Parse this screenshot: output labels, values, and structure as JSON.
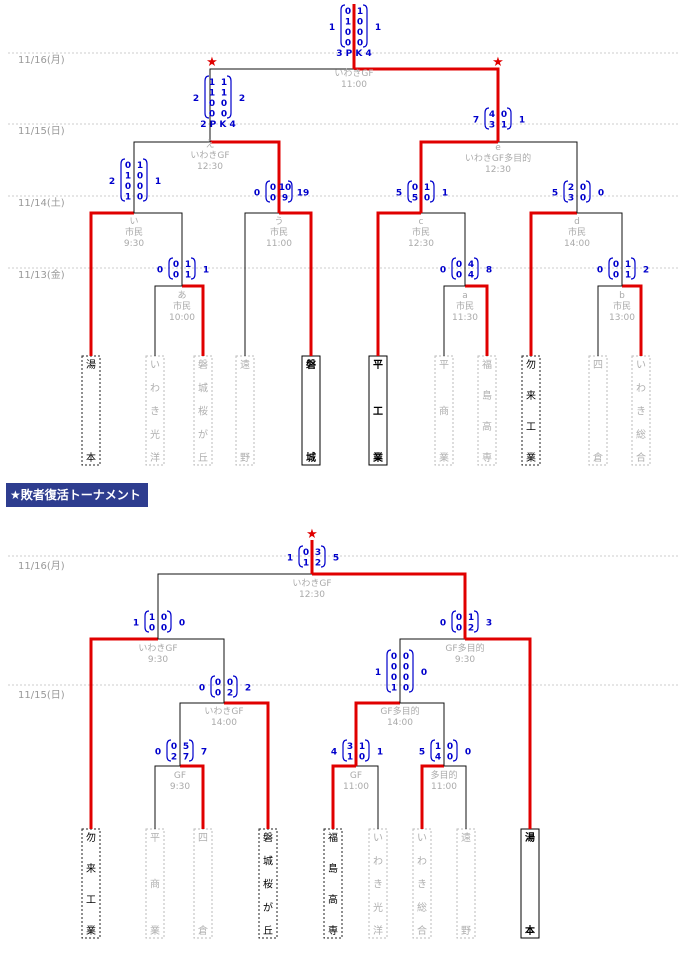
{
  "colors": {
    "win_line": "#e00000",
    "lose_line": "#111111",
    "score": "#0000cc",
    "meta": "#aaaaaa",
    "date": "#999999",
    "banner_bg": "#2e3d8f"
  },
  "banner": {
    "label": "★敗者復活トーナメント"
  },
  "main": {
    "dates": [
      "11/16(月)",
      "11/15(日)",
      "11/14(土)",
      "11/13(金)"
    ],
    "teams": [
      "湯本",
      "いわき光洋",
      "磐城桜が丘",
      "遠野",
      "磐城",
      "平工業",
      "平商業",
      "福島高専",
      "勿来工業",
      "四倉",
      "いわき総合"
    ],
    "matches": [
      {
        "id": "final",
        "cols": [
          [
            "0",
            "1",
            "0",
            "0"
          ],
          [
            "1",
            "0",
            "0",
            "0"
          ]
        ],
        "left": "1",
        "right": "1",
        "pk": "3 P K 4",
        "venue": "いわきGF",
        "time": "11:00"
      },
      {
        "id": "sf-left",
        "cols": [
          [
            "1",
            "1",
            "0",
            "0"
          ],
          [
            "1",
            "1",
            "0",
            "0"
          ]
        ],
        "left": "2",
        "right": "2",
        "pk": "2 P K 4",
        "round": "え",
        "venue": "いわきGF",
        "time": "12:30"
      },
      {
        "id": "sf-right",
        "cols": [
          [
            "4",
            "3"
          ],
          [
            "0",
            "1"
          ]
        ],
        "left": "7",
        "right": "1",
        "round": "e",
        "venue": "いわきGF多目的",
        "time": "12:30"
      },
      {
        "id": "qf-i",
        "cols": [
          [
            "0",
            "1",
            "0",
            "1"
          ],
          [
            "1",
            "0",
            "0",
            "0"
          ]
        ],
        "left": "2",
        "right": "1",
        "round": "い",
        "venue": "市民",
        "time": "9:30"
      },
      {
        "id": "qf-u",
        "cols": [
          [
            "0",
            "0"
          ],
          [
            "10",
            "9"
          ]
        ],
        "left": "0",
        "right": "19",
        "round": "う",
        "venue": "市民",
        "time": "11:00"
      },
      {
        "id": "qf-c",
        "cols": [
          [
            "0",
            "5"
          ],
          [
            "1",
            "0"
          ]
        ],
        "left": "5",
        "right": "1",
        "round": "c",
        "venue": "市民",
        "time": "12:30"
      },
      {
        "id": "qf-d",
        "cols": [
          [
            "2",
            "3"
          ],
          [
            "0",
            "0"
          ]
        ],
        "left": "5",
        "right": "0",
        "round": "d",
        "venue": "市民",
        "time": "14:00"
      },
      {
        "id": "r1-a",
        "cols": [
          [
            "0",
            "0"
          ],
          [
            "1",
            "1"
          ]
        ],
        "left": "0",
        "right": "1",
        "round": "あ",
        "venue": "市民",
        "time": "10:00"
      },
      {
        "id": "r1-a2",
        "cols": [
          [
            "0",
            "0"
          ],
          [
            "4",
            "4"
          ]
        ],
        "left": "0",
        "right": "8",
        "round": "a",
        "venue": "市民",
        "time": "11:30"
      },
      {
        "id": "r1-b",
        "cols": [
          [
            "0",
            "0"
          ],
          [
            "1",
            "1"
          ]
        ],
        "left": "0",
        "right": "2",
        "round": "b",
        "venue": "市民",
        "time": "13:00"
      }
    ]
  },
  "repechage": {
    "dates": [
      "11/16(月)",
      "11/15(日)"
    ],
    "teams": [
      "勿来工業",
      "平商業",
      "四倉",
      "磐城桜が丘",
      "福島高専",
      "いわき光洋",
      "いわき総合",
      "遠野",
      "湯本"
    ],
    "matches": [
      {
        "id": "rf",
        "cols": [
          [
            "0",
            "1"
          ],
          [
            "3",
            "2"
          ]
        ],
        "left": "1",
        "right": "5",
        "venue": "いわきGF",
        "time": "12:30"
      },
      {
        "id": "rsl",
        "cols": [
          [
            "1",
            "0"
          ],
          [
            "0",
            "0"
          ]
        ],
        "left": "1",
        "right": "0",
        "venue": "いわきGF",
        "time": "9:30"
      },
      {
        "id": "rsr",
        "cols": [
          [
            "0",
            "0"
          ],
          [
            "1",
            "2"
          ]
        ],
        "left": "0",
        "right": "3",
        "venue": "GF多目的",
        "time": "9:30"
      },
      {
        "id": "rql",
        "cols": [
          [
            "0",
            "0"
          ],
          [
            "0",
            "2"
          ]
        ],
        "left": "0",
        "right": "2",
        "venue": "いわきGF",
        "time": "14:00"
      },
      {
        "id": "rqr",
        "cols": [
          [
            "0",
            "0",
            "0",
            "1"
          ],
          [
            "0",
            "0",
            "0",
            "0"
          ]
        ],
        "left": "1",
        "right": "0",
        "venue": "GF多目的",
        "time": "14:00"
      },
      {
        "id": "r1l",
        "cols": [
          [
            "0",
            "2"
          ],
          [
            "5",
            "7"
          ]
        ],
        "left": "0",
        "right": "7",
        "venue": "GF",
        "time": "9:30"
      },
      {
        "id": "r1m",
        "cols": [
          [
            "3",
            "1"
          ],
          [
            "1",
            "0"
          ]
        ],
        "left": "4",
        "right": "1",
        "venue": "GF",
        "time": "11:00"
      },
      {
        "id": "r1n",
        "cols": [
          [
            "1",
            "4"
          ],
          [
            "0",
            "0"
          ]
        ],
        "left": "5",
        "right": "0",
        "venue": "多目的",
        "time": "11:00"
      }
    ]
  }
}
